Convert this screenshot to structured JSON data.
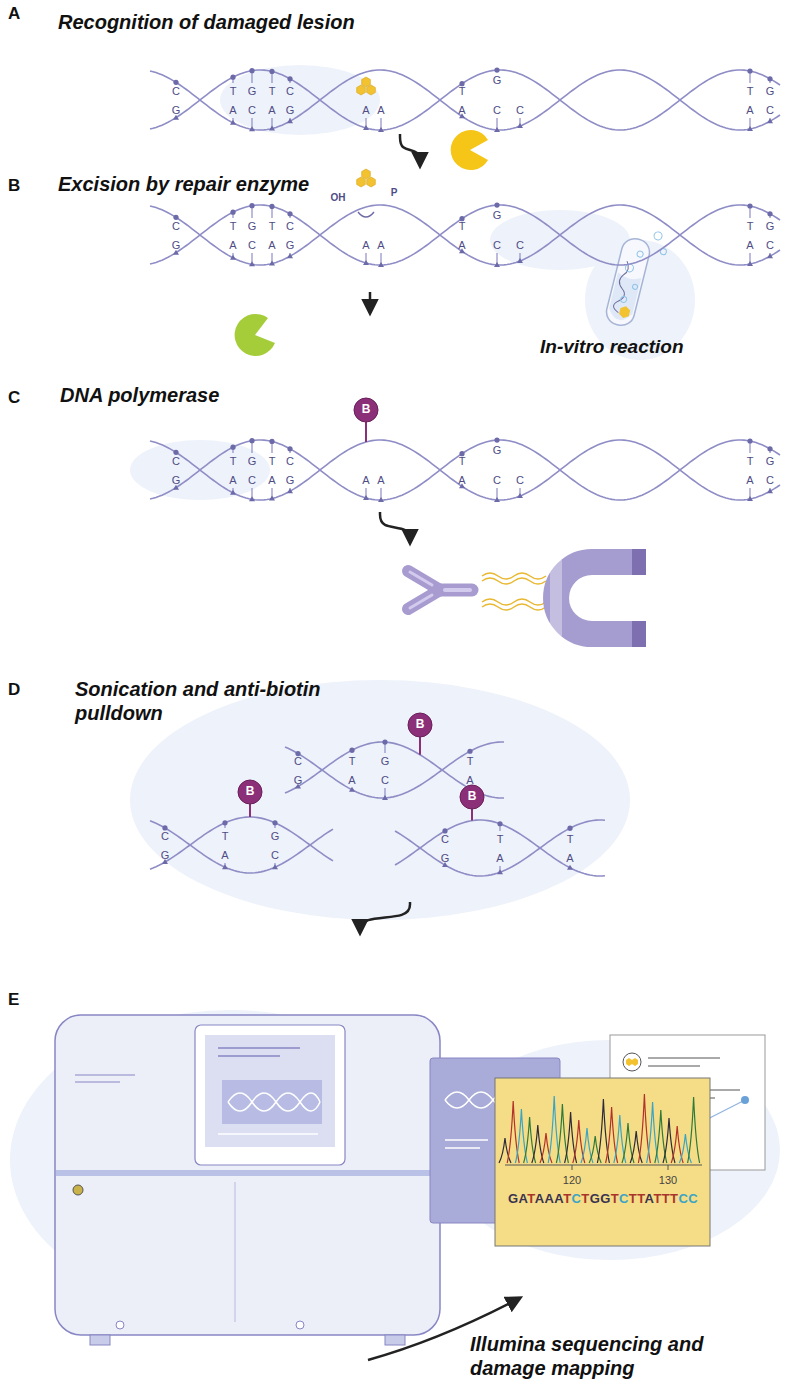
{
  "diagram": {
    "nodes": [
      {
        "text": [
          "A",
          "Recognition of damaged lesion"
        ]
      },
      {
        "text": [
          "B",
          "Excision by repair enzyme"
        ]
      },
      {
        "text": [
          "C",
          "DNA polymerase"
        ]
      },
      {
        "text": [
          "D",
          "Sonication and anti-biotin pulldown"
        ]
      },
      {
        "text": [
          "E",
          "Illumina sequencing and damage mapping"
        ]
      }
    ],
    "edges": [
      {
        "from": 0,
        "to": 1,
        "arrow": "to"
      },
      {
        "from": 1,
        "to": 2,
        "arrow": "to"
      },
      {
        "from": 2,
        "to": 3,
        "arrow": "to"
      },
      {
        "from": 3,
        "to": 4,
        "arrow": "to"
      }
    ],
    "labels": [
      "C",
      "T",
      "G",
      "T",
      "C",
      "T",
      "G",
      "T",
      "G",
      "G",
      "A",
      "C",
      "A",
      "G",
      "A",
      "A",
      "A",
      "C",
      "C",
      "A",
      "C",
      "C",
      "T",
      "G",
      "T",
      "C",
      "T",
      "G",
      "T",
      "G",
      "G",
      "A",
      "C",
      "A",
      "G",
      "A",
      "A",
      "A",
      "C",
      "C",
      "A",
      "C",
      "OH",
      "P",
      "In-vitro reaction",
      "B",
      "C",
      "T",
      "G",
      "T",
      "C",
      "T",
      "G",
      "T",
      "G",
      "G",
      "A",
      "C",
      "A",
      "G",
      "A",
      "A",
      "A",
      "C",
      "C",
      "A",
      "C",
      "B",
      "B",
      "B",
      "C",
      "T",
      "G",
      "T",
      "G",
      "A",
      "C",
      "A",
      "C",
      "T",
      "G",
      "G",
      "A",
      "C",
      "C",
      "T",
      "T",
      "G",
      "A",
      "A",
      "120",
      "130",
      "GATAAATCTGGTCTTATTTCC"
    ]
  }
}
